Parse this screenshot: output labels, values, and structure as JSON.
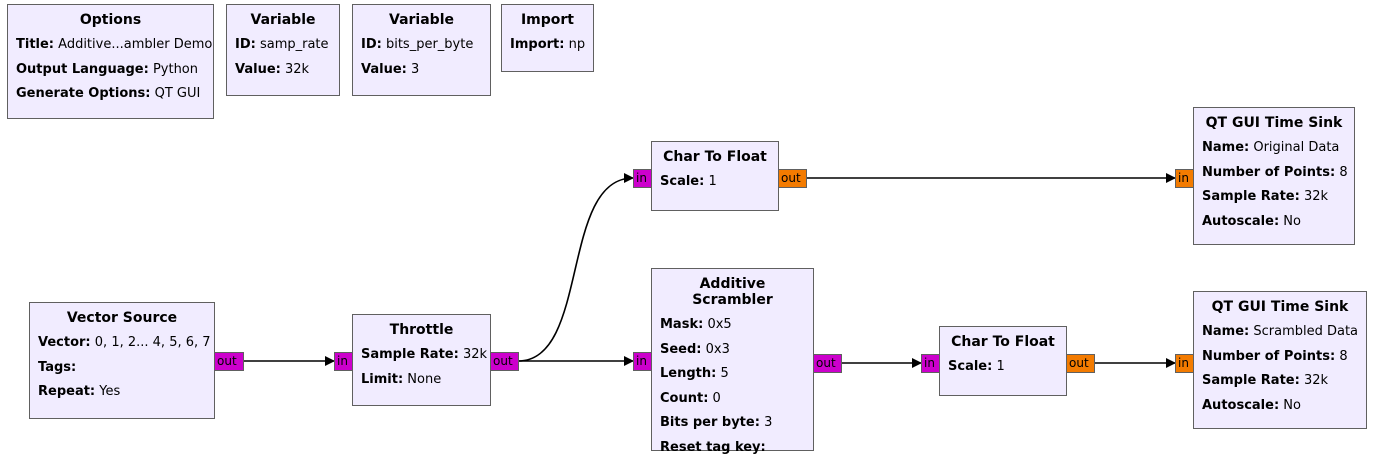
{
  "blocks": {
    "options": {
      "title": "Options",
      "params": [
        {
          "k": "Title:",
          "v": "Additive...ambler Demo"
        },
        {
          "k": "Output Language:",
          "v": "Python"
        },
        {
          "k": "Generate Options:",
          "v": "QT GUI"
        }
      ]
    },
    "var_samp": {
      "title": "Variable",
      "params": [
        {
          "k": "ID:",
          "v": "samp_rate"
        },
        {
          "k": "Value:",
          "v": "32k"
        }
      ]
    },
    "var_bits": {
      "title": "Variable",
      "params": [
        {
          "k": "ID:",
          "v": "bits_per_byte"
        },
        {
          "k": "Value:",
          "v": "3"
        }
      ]
    },
    "import": {
      "title": "Import",
      "params": [
        {
          "k": "Import:",
          "v": "np"
        }
      ]
    },
    "vector_source": {
      "title": "Vector Source",
      "params": [
        {
          "k": "Vector:",
          "v": "0, 1, 2... 4, 5, 6, 7"
        },
        {
          "k": "Tags:",
          "v": ""
        },
        {
          "k": "Repeat:",
          "v": "Yes"
        }
      ]
    },
    "throttle": {
      "title": "Throttle",
      "params": [
        {
          "k": "Sample Rate:",
          "v": "32k"
        },
        {
          "k": "Limit:",
          "v": "None"
        }
      ]
    },
    "char_to_float_1": {
      "title": "Char To Float",
      "params": [
        {
          "k": "Scale:",
          "v": "1"
        }
      ]
    },
    "additive_scrambler": {
      "title": "Additive Scrambler",
      "params": [
        {
          "k": "Mask:",
          "v": "0x5"
        },
        {
          "k": "Seed:",
          "v": "0x3"
        },
        {
          "k": "Length:",
          "v": "5"
        },
        {
          "k": "Count:",
          "v": "0"
        },
        {
          "k": "Bits per byte:",
          "v": "3"
        },
        {
          "k": "Reset tag key:",
          "v": ""
        }
      ]
    },
    "char_to_float_2": {
      "title": "Char To Float",
      "params": [
        {
          "k": "Scale:",
          "v": "1"
        }
      ]
    },
    "time_sink_1": {
      "title": "QT GUI Time Sink",
      "params": [
        {
          "k": "Name:",
          "v": "Original Data"
        },
        {
          "k": "Number of Points:",
          "v": "8"
        },
        {
          "k": "Sample Rate:",
          "v": "32k"
        },
        {
          "k": "Autoscale:",
          "v": "No"
        }
      ]
    },
    "time_sink_2": {
      "title": "QT GUI Time Sink",
      "params": [
        {
          "k": "Name:",
          "v": "Scrambled Data"
        },
        {
          "k": "Number of Points:",
          "v": "8"
        },
        {
          "k": "Sample Rate:",
          "v": "32k"
        },
        {
          "k": "Autoscale:",
          "v": "No"
        }
      ]
    }
  },
  "ports": {
    "in": "in",
    "out": "out"
  },
  "colors": {
    "block_fill": "#f1ecff",
    "byte_port": "#cc00cc",
    "float_port": "#f37b00",
    "wire": "#000000"
  }
}
